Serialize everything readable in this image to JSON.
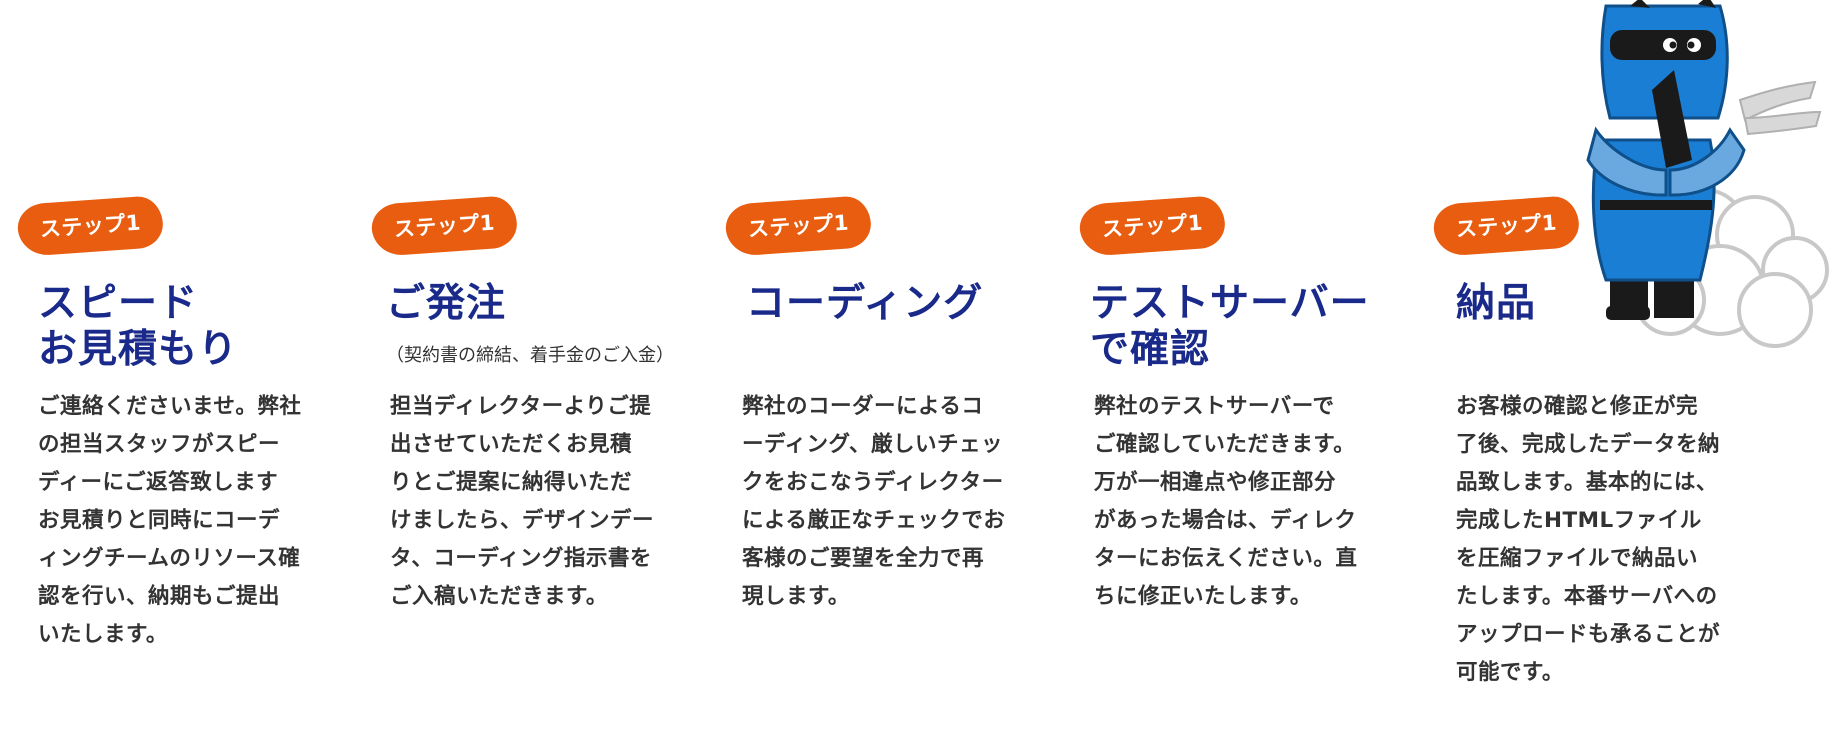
{
  "steps": [
    {
      "badge": "ステップ1",
      "title_lines": [
        "スピード",
        "お見積もり"
      ],
      "subtitle": "",
      "body_lines": [
        "ご連絡くださいませ。弊社",
        "の担当スタッフがスピー",
        "ディーにご返答致します",
        "お見積りと同時にコーデ",
        "ィングチームのリソース確",
        "認を行い、納期もご提出",
        "いたします。"
      ]
    },
    {
      "badge": "ステップ1",
      "title_lines": [
        "ご発注"
      ],
      "subtitle": "（契約書の締結、着手金のご入金）",
      "body_lines": [
        "担当ディレクターよりご提",
        "出させていただくお見積",
        "りとご提案に納得いただ",
        "けましたら、デザインデー",
        "タ、コーディング指示書を",
        "ご入稿いただきます。"
      ]
    },
    {
      "badge": "ステップ1",
      "title_lines": [
        "コーディング"
      ],
      "subtitle": "",
      "body_lines": [
        "弊社のコーダーによるコ",
        "ーディング、厳しいチェッ",
        "クをおこなうディレクター",
        "による厳正なチェックでお",
        "客様のご要望を全力で再",
        "現します。"
      ]
    },
    {
      "badge": "ステップ1",
      "title_lines": [
        "テストサーバー",
        "で確認"
      ],
      "subtitle": "",
      "body_lines": [
        "弊社のテストサーバーで",
        "ご確認していただきます。",
        "万が一相違点や修正部分",
        "があった場合は、ディレク",
        "ターにお伝えください。直",
        "ちに修正いたします。"
      ]
    },
    {
      "badge": "ステップ1",
      "title_lines": [
        "納品"
      ],
      "subtitle": "",
      "body_lines": [
        "お客様の確認と修正が完",
        "了後、完成したデータを納",
        "品致します。基本的には、",
        "完成したHTMLファイル",
        "を圧縮ファイルで納品い",
        "たします。本番サーバへの",
        "アップロードも承ることが",
        "可能です。"
      ]
    }
  ],
  "colors": {
    "badge": "#e85d0f",
    "title": "#1a2a8a",
    "body": "#333333",
    "ninja_blue": "#1a7fd4",
    "smoke": "#c8c8c8"
  },
  "illustration": {
    "icon": "ninja-illustration"
  }
}
